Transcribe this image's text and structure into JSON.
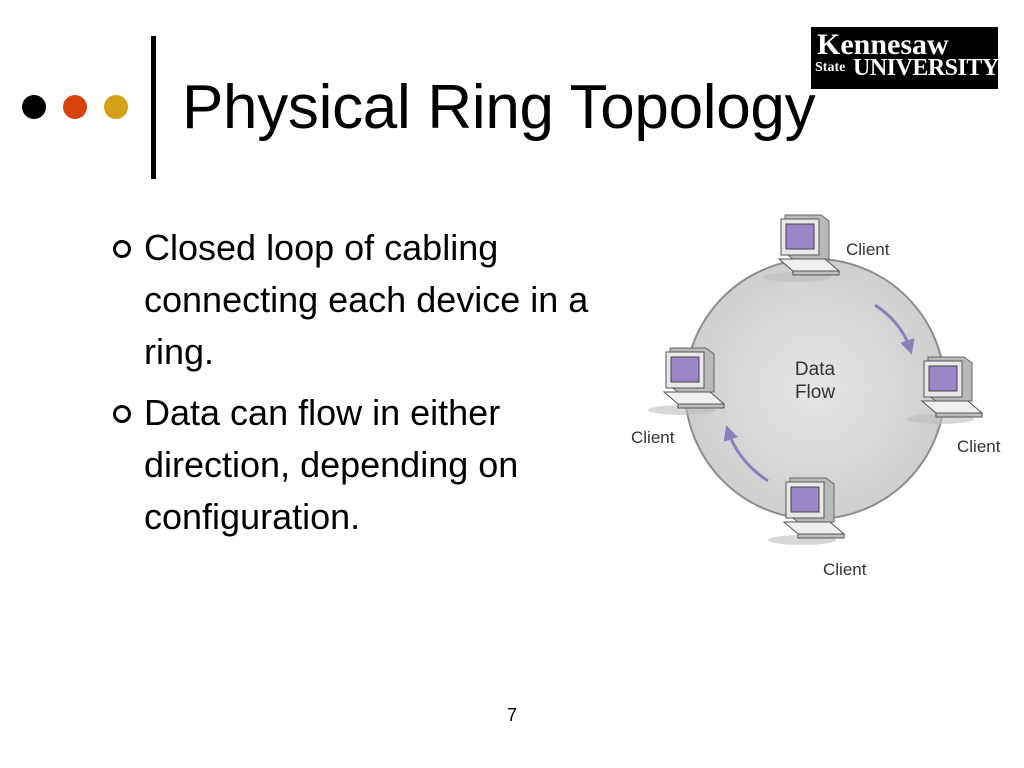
{
  "slide": {
    "title": "Physical Ring Topology",
    "decor_dots": [
      "#000000",
      "#d7420c",
      "#d4a017"
    ],
    "page_number": "7"
  },
  "logo": {
    "line1": "Kennesaw",
    "line2_small": "State",
    "line2_large": "UNIVERSITY"
  },
  "bullets": [
    {
      "text": "Closed loop of cabling connecting each device in a ring."
    },
    {
      "text": "Data can flow in either direction, depending on configuration."
    }
  ],
  "diagram": {
    "center_label_line1": "Data",
    "center_label_line2": "Flow",
    "nodes": [
      {
        "label": "Client"
      },
      {
        "label": "Client"
      },
      {
        "label": "Client"
      },
      {
        "label": "Client"
      }
    ],
    "colors": {
      "ring_fill": "#dcdcdc",
      "ring_stroke": "#8c8c8c",
      "arrow": "#8a7fb8",
      "screen": "#9b86c8"
    }
  }
}
